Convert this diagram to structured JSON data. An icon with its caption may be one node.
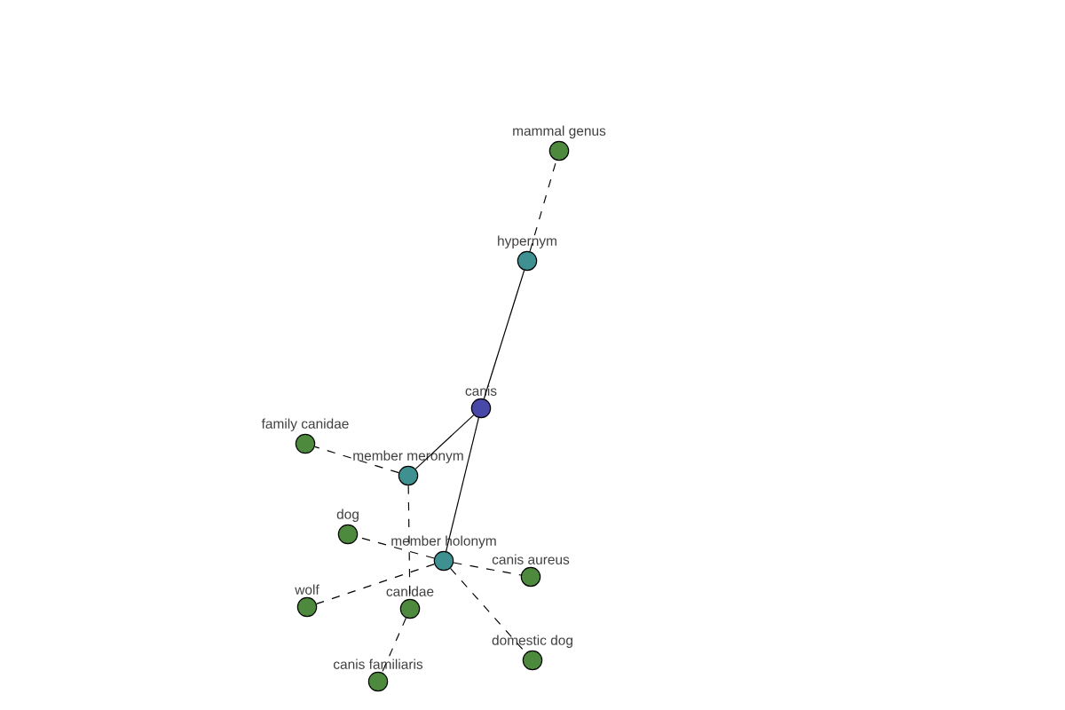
{
  "diagram": {
    "nodes": [
      {
        "text": [
          "mammal genus"
        ]
      },
      {
        "text": [
          "hypernym"
        ]
      },
      {
        "text": [
          "canis"
        ]
      },
      {
        "text": [
          "family canidae"
        ]
      },
      {
        "text": [
          "member meronym"
        ]
      },
      {
        "text": [
          "dog"
        ]
      },
      {
        "text": [
          "member holonym"
        ]
      },
      {
        "text": [
          "canis aureus"
        ]
      },
      {
        "text": [
          "wolf"
        ]
      },
      {
        "text": [
          "canidae"
        ]
      },
      {
        "text": [
          "domestic dog"
        ]
      },
      {
        "text": [
          "canis familiaris"
        ]
      }
    ],
    "edges": [
      {
        "from": 2,
        "to": 1,
        "arrow": "none"
      },
      {
        "from": 1,
        "to": 0,
        "arrow": "none",
        "style": "dashed"
      },
      {
        "from": 2,
        "to": 4,
        "arrow": "none"
      },
      {
        "from": 2,
        "to": 6,
        "arrow": "none"
      },
      {
        "from": 4,
        "to": 3,
        "arrow": "none",
        "style": "dashed"
      },
      {
        "from": 4,
        "to": 9,
        "arrow": "none",
        "style": "dashed"
      },
      {
        "from": 6,
        "to": 5,
        "arrow": "none",
        "style": "dashed"
      },
      {
        "from": 6,
        "to": 7,
        "arrow": "none",
        "style": "dashed"
      },
      {
        "from": 6,
        "to": 8,
        "arrow": "none",
        "style": "dashed"
      },
      {
        "from": 6,
        "to": 10,
        "arrow": "none",
        "style": "dashed"
      },
      {
        "from": 9,
        "to": 11,
        "arrow": "none",
        "style": "dashed"
      }
    ]
  }
}
